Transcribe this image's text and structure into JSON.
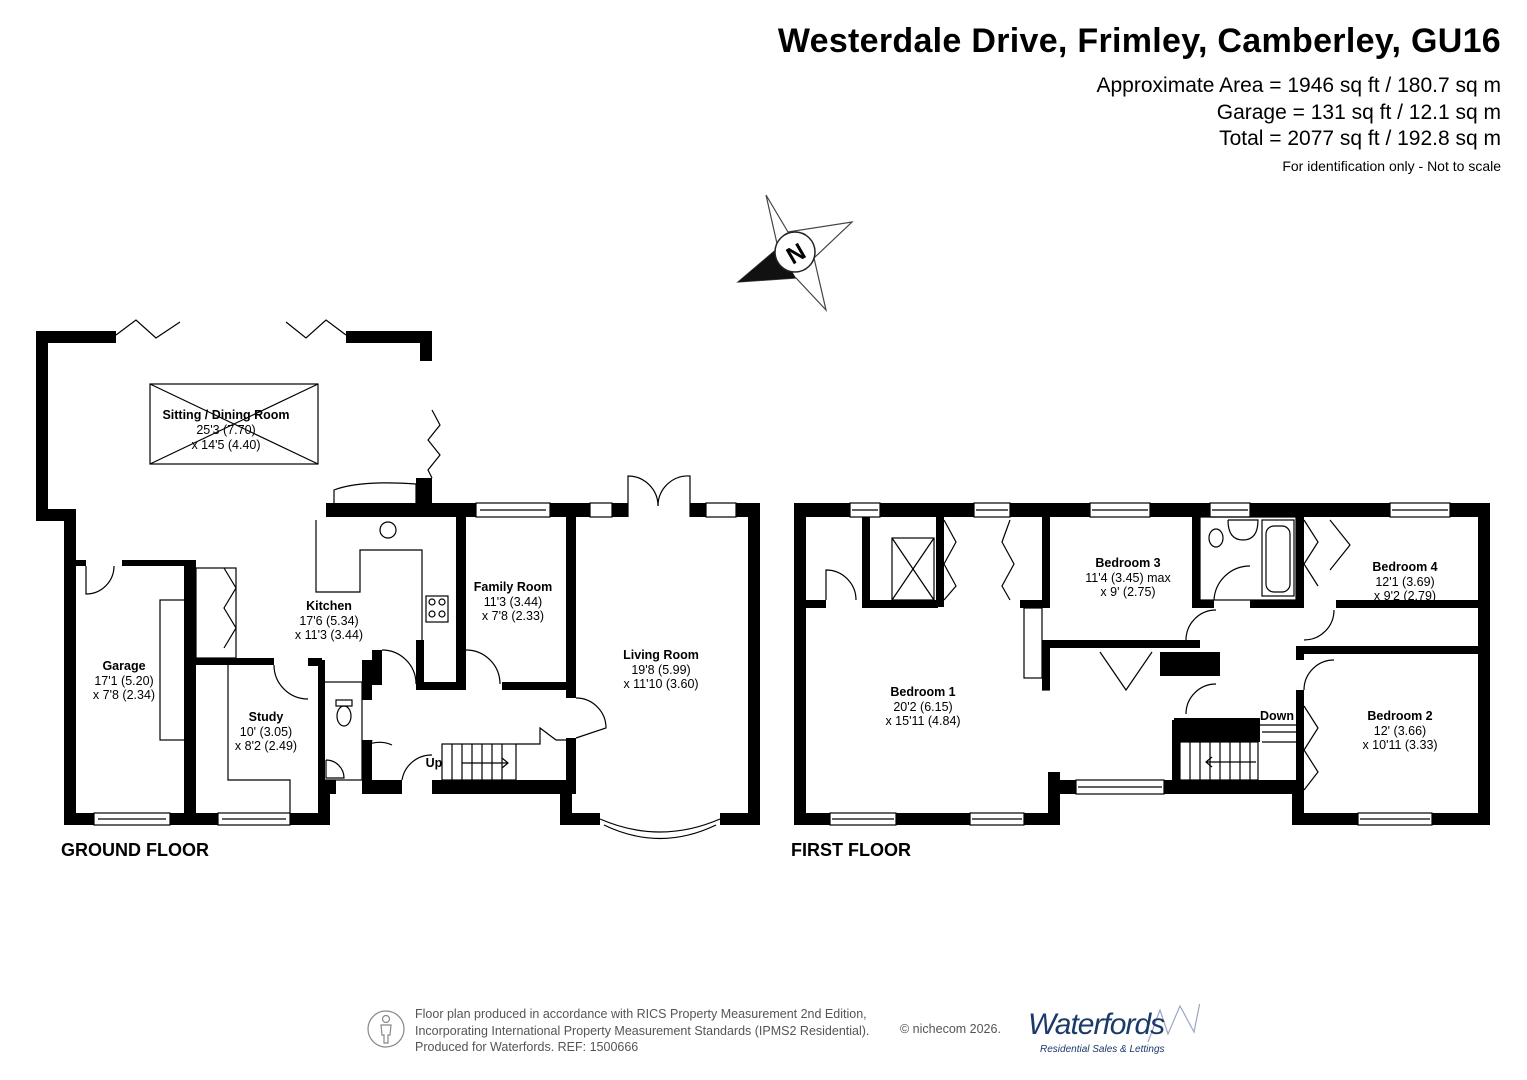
{
  "header": {
    "title": "Westerdale Drive, Frimley, Camberley, GU16",
    "approx_area": "Approximate Area = 1946 sq ft / 180.7 sq m",
    "garage_area": "Garage = 131 sq ft / 12.1 sq m",
    "total_area": "Total = 2077 sq ft / 192.8 sq m",
    "disclaimer": "For identification only - Not to scale"
  },
  "compass": {
    "label": "N",
    "icon": "compass-rose-icon"
  },
  "ground_floor": {
    "label": "GROUND FLOOR",
    "rooms": {
      "sitting_dining": {
        "name": "Sitting / Dining Room",
        "dim1": "25'3 (7.70)",
        "dim2": "x 14'5 (4.40)"
      },
      "kitchen": {
        "name": "Kitchen",
        "dim1": "17'6 (5.34)",
        "dim2": "x 11'3 (3.44)"
      },
      "family": {
        "name": "Family Room",
        "dim1": "11'3 (3.44)",
        "dim2": "x 7'8 (2.33)"
      },
      "living": {
        "name": "Living Room",
        "dim1": "19'8 (5.99)",
        "dim2": "x 11'10 (3.60)"
      },
      "garage": {
        "name": "Garage",
        "dim1": "17'1 (5.20)",
        "dim2": "x 7'8 (2.34)"
      },
      "study": {
        "name": "Study",
        "dim1": "10' (3.05)",
        "dim2": "x 8'2 (2.49)"
      }
    },
    "stairs_label": "Up"
  },
  "first_floor": {
    "label": "FIRST FLOOR",
    "rooms": {
      "bedroom1": {
        "name": "Bedroom 1",
        "dim1": "20'2 (6.15)",
        "dim2": "x 15'11 (4.84)"
      },
      "bedroom3": {
        "name": "Bedroom 3",
        "dim1": "11'4 (3.45) max",
        "dim2": "x 9' (2.75)"
      },
      "bedroom4": {
        "name": "Bedroom 4",
        "dim1": "12'1 (3.69)",
        "dim2": "x 9'2 (2.79)"
      },
      "bedroom2": {
        "name": "Bedroom 2",
        "dim1": "12' (3.66)",
        "dim2": "x 10'11 (3.33)"
      }
    },
    "stairs_label": "Down"
  },
  "footer": {
    "line1": "Floor plan produced in accordance with RICS Property Measurement 2nd Edition,",
    "line2": "Incorporating International Property Measurement Standards (IPMS2 Residential).",
    "line3": "Produced for Waterfords.   REF: 1500666",
    "copyright": "© nichecom 2026.",
    "logo_name": "Waterfords",
    "logo_tagline": "Residential Sales & Lettings"
  }
}
